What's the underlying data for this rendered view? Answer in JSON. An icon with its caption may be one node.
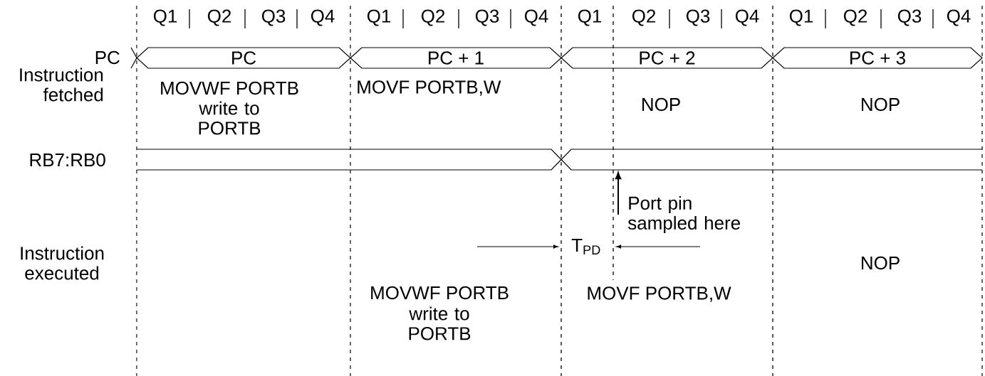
{
  "diagram": {
    "nodes": [
      {
        "text": [
          "PC"
        ]
      },
      {
        "text": [
          "PC + 1"
        ]
      },
      {
        "text": [
          "PC + 2"
        ]
      },
      {
        "text": [
          "PC + 3"
        ]
      },
      {
        "text": [],
        "shape": "bar"
      },
      {
        "text": [],
        "shape": "bar"
      },
      {
        "text": [
          "Port pin sampled here"
        ]
      }
    ],
    "edges": [
      {
        "from": 6,
        "to": 5,
        "arrow": "to"
      }
    ],
    "labels": [
      "Q1",
      "Q2",
      "Q3",
      "Q4",
      "Q1",
      "Q2",
      "Q3",
      "Q4",
      "Q1",
      "Q2",
      "Q3",
      "Q4",
      "Q1",
      "Q2",
      "Q3",
      "Q4",
      "PC",
      "Instruction fetched",
      "MOVWF PORTB",
      "MOVF PORTB,W",
      "write to PORTB",
      "NOP",
      "NOP",
      "RB7:RB0",
      "T$_{PD}$",
      "Instruction executed",
      "NOP",
      "MOVWF PORTB",
      "MOVF PORTB,W",
      "write to PORTB"
    ]
  }
}
